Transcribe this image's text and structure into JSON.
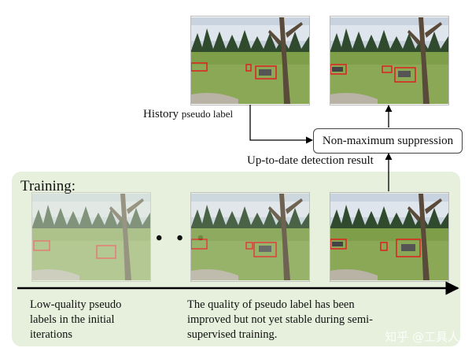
{
  "training_label": "Training:",
  "ellipsis": "• • •",
  "history_label_main": "History",
  "history_label_small": "pseudo label",
  "nms_label": "Non-maximum suppression",
  "uptodate_label": "Up-to-date detection result",
  "low_quality_text": [
    "Low-quality pseudo",
    "labels in the initial",
    "iterations"
  ],
  "improved_text": [
    "The quality of pseudo label has been",
    "improved but not yet stable during semi-",
    "supervised training."
  ],
  "watermark": "知乎 @工具人",
  "colors": {
    "panel": "#e6f0dc",
    "box": "#e02020",
    "arrow": "#000000"
  }
}
